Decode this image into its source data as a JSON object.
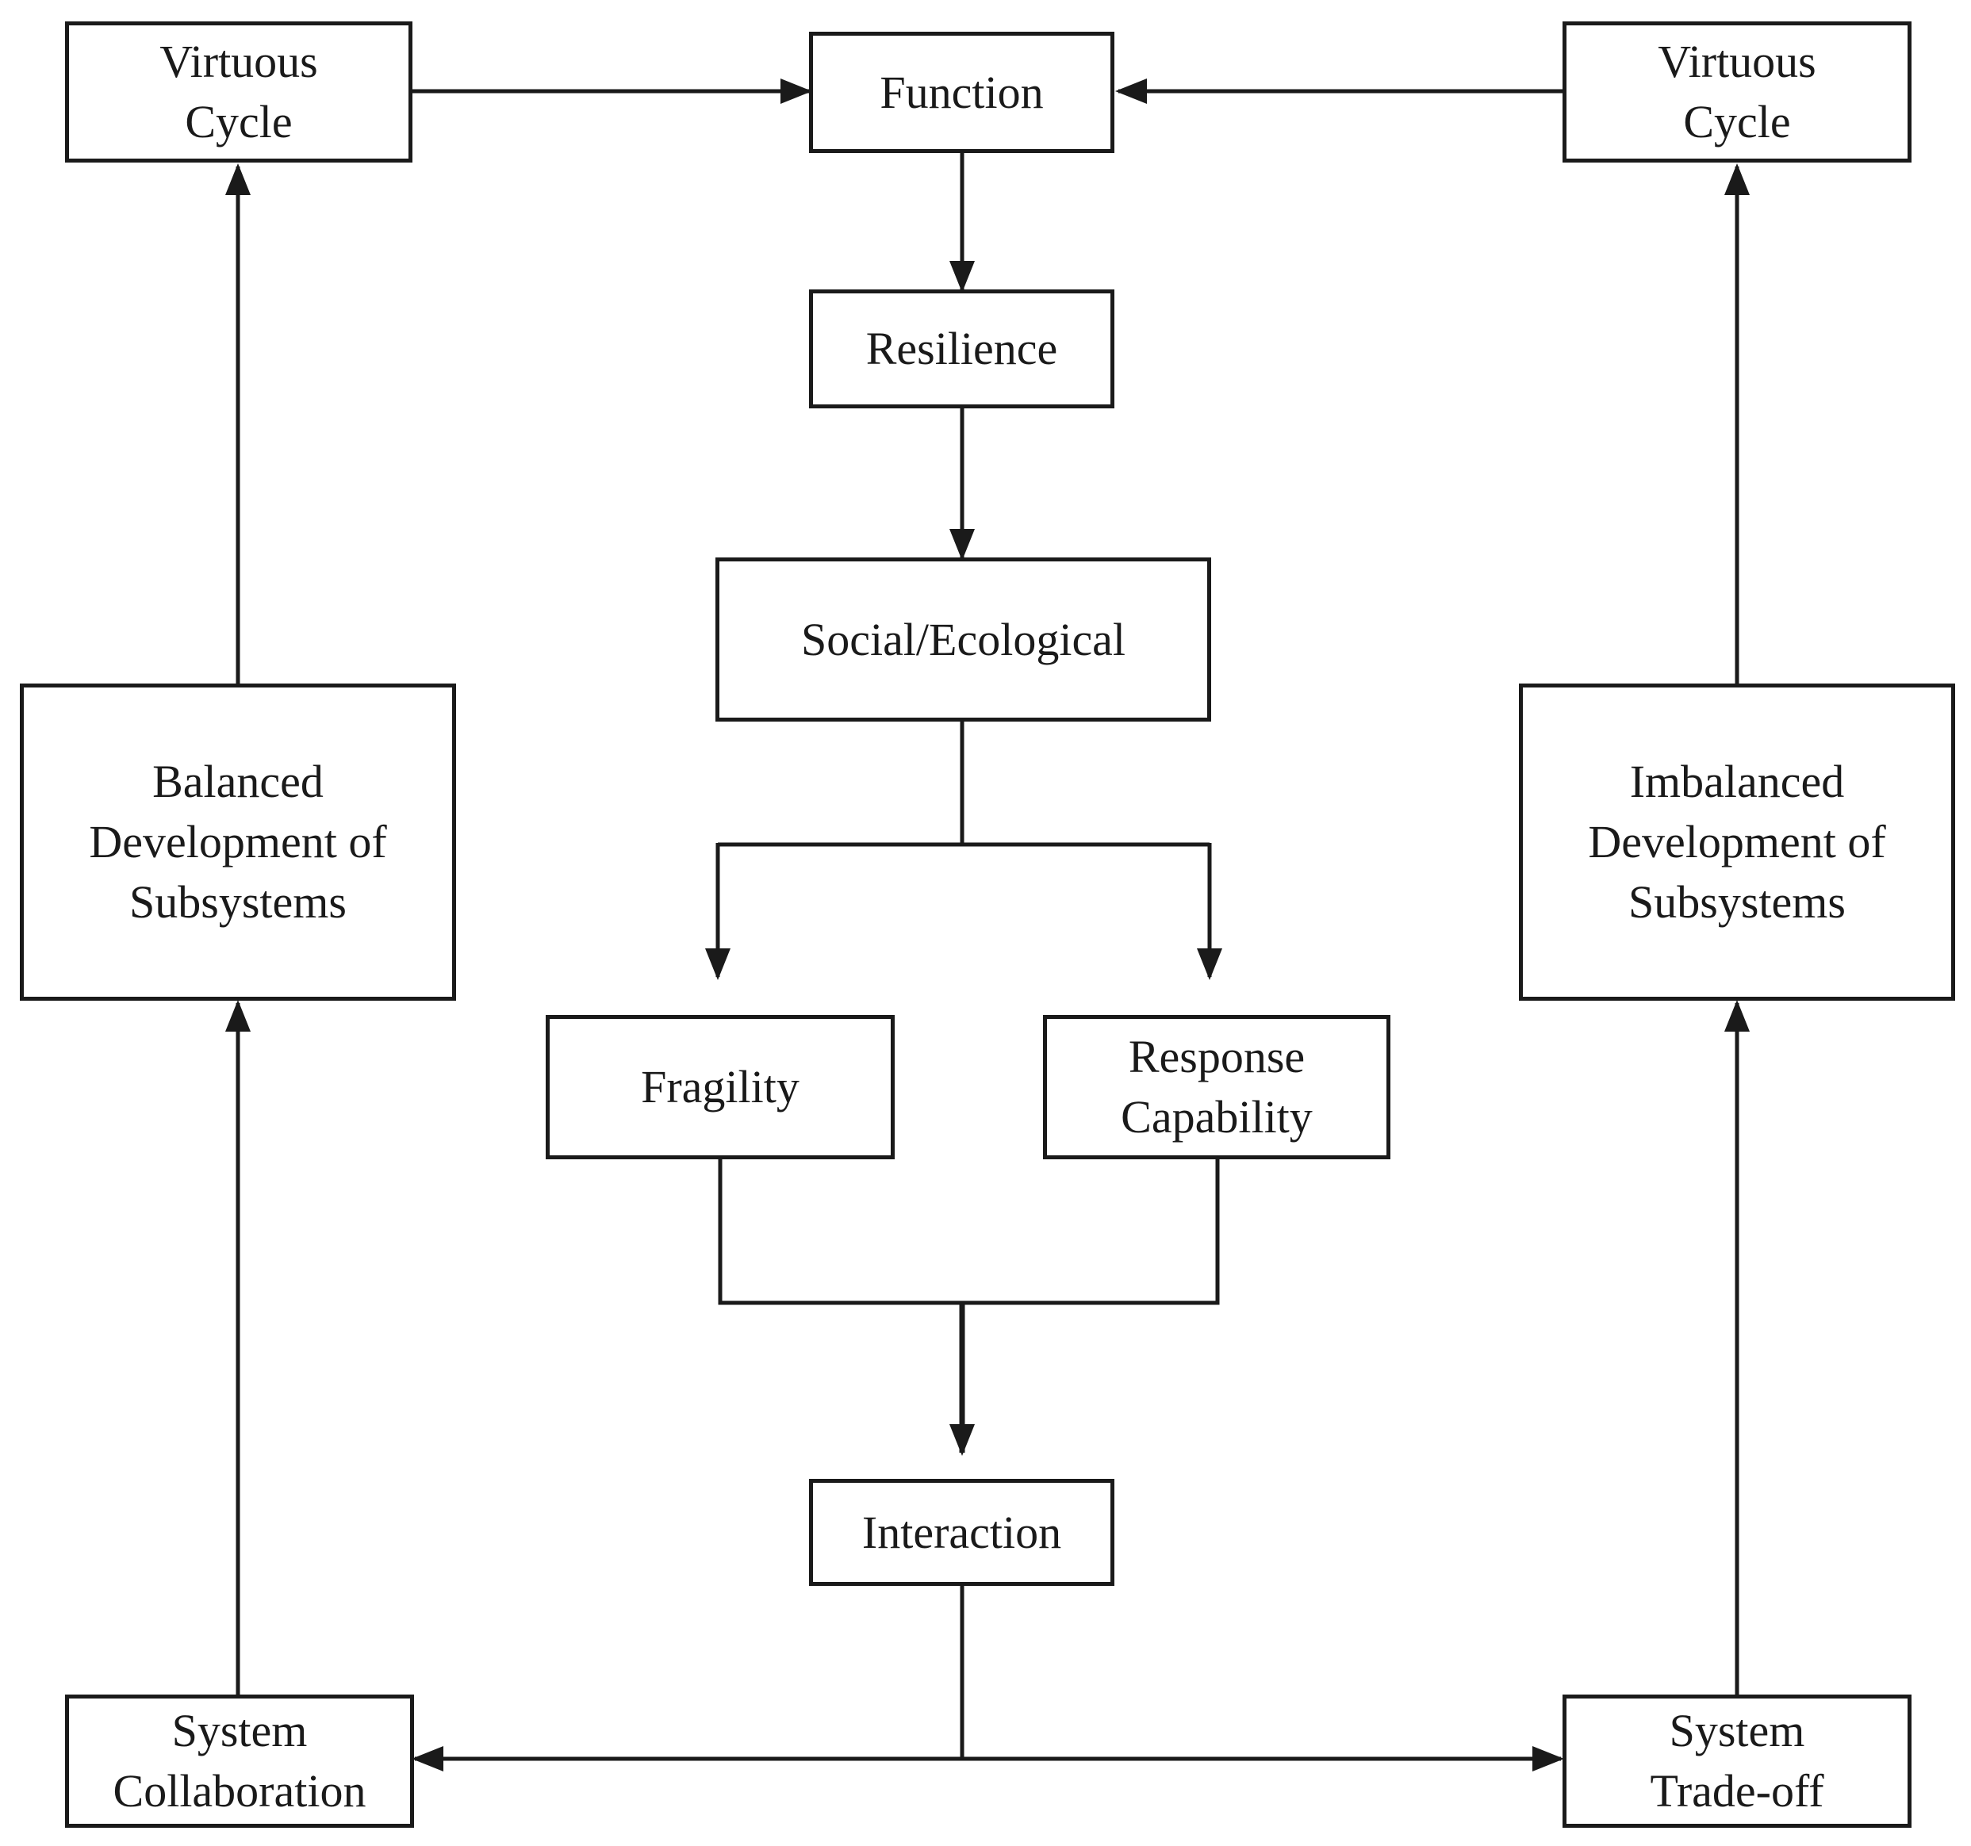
{
  "nodes": {
    "function": {
      "lines": [
        "Function"
      ]
    },
    "resilience": {
      "lines": [
        "Resilience"
      ]
    },
    "social_ecological": {
      "lines": [
        "Social/Ecological"
      ]
    },
    "fragility": {
      "lines": [
        "Fragility"
      ]
    },
    "response_capability": {
      "lines": [
        "Response",
        "Capability"
      ]
    },
    "interaction": {
      "lines": [
        "Interaction"
      ]
    },
    "virtuous_cycle_left": {
      "lines": [
        "Virtuous",
        "Cycle"
      ]
    },
    "virtuous_cycle_right": {
      "lines": [
        "Virtuous",
        "Cycle"
      ]
    },
    "balanced_development": {
      "lines": [
        "Balanced",
        "Development of",
        "Subsystems"
      ]
    },
    "imbalanced_development": {
      "lines": [
        "Imbalanced",
        "Development of",
        "Subsystems"
      ]
    },
    "system_collaboration": {
      "lines": [
        "System",
        "Collaboration"
      ]
    },
    "system_tradeoff": {
      "lines": [
        "System",
        "Trade-off"
      ]
    }
  },
  "colors": {
    "stroke": "#1a1a1a",
    "background": "#ffffff"
  }
}
